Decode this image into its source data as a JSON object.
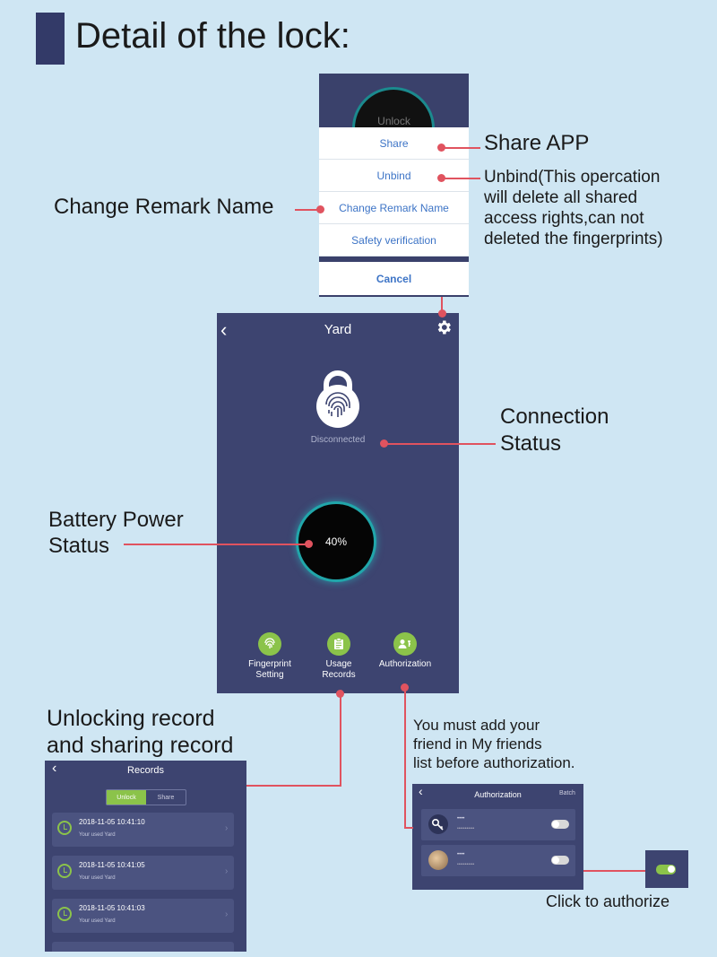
{
  "heading": "Detail of the lock:",
  "annotations": {
    "share_app": "Share APP",
    "unbind_line1": "Unbind(This opercation",
    "unbind_line2": "will delete all shared",
    "unbind_line3": "access rights,can not",
    "unbind_line4": "deleted the fingerprints)",
    "change_remark": "Change Remark Name",
    "connection_line1": "Connection",
    "connection_line2": "Status",
    "battery_line1": "Battery Power",
    "battery_line2": "Status",
    "unlocking_line1": "Unlocking record",
    "unlocking_line2": "and sharing record",
    "friend_line1": "You must add your",
    "friend_line2": "friend  in  My friends",
    "friend_line3": "list before authorization.",
    "click_authorize": "Click to authorize"
  },
  "popup": {
    "bg_text": "Unlock",
    "items": [
      "Share",
      "Unbind",
      "Change Remark Name",
      "Safety verification"
    ],
    "cancel": "Cancel"
  },
  "main_screen": {
    "title": "Yard",
    "connection_status": "Disconnected",
    "battery": "40%",
    "features": [
      {
        "line1": "Fingerprint",
        "line2": "Setting",
        "icon": "fingerprint-icon"
      },
      {
        "line1": "Usage",
        "line2": "Records",
        "icon": "clipboard-icon"
      },
      {
        "line1": "Authorization",
        "line2": "",
        "icon": "user-key-icon"
      }
    ]
  },
  "records_screen": {
    "title": "Records",
    "tabs": [
      "Unlock",
      "Share"
    ],
    "active_tab": "Unlock",
    "records": [
      {
        "time": "2018-11-05 10:41:10",
        "desc": "Your used Yard"
      },
      {
        "time": "2018-11-05 10:41:05",
        "desc": "Your used Yard"
      },
      {
        "time": "2018-11-05 10:41:03",
        "desc": "Your used Yard"
      }
    ]
  },
  "auth_screen": {
    "title": "Authorization",
    "edit": "Batch",
    "friends": [
      {
        "name": "••••",
        "phone": "•••••••••••"
      },
      {
        "name": "••••",
        "phone": "•••••••••••"
      }
    ]
  },
  "colors": {
    "page_bg": "#cfe6f3",
    "phone_bg": "#3d4470",
    "accent_green": "#8bc34a",
    "pointer_red": "#e0535f",
    "menu_blue": "#3d74c6"
  }
}
